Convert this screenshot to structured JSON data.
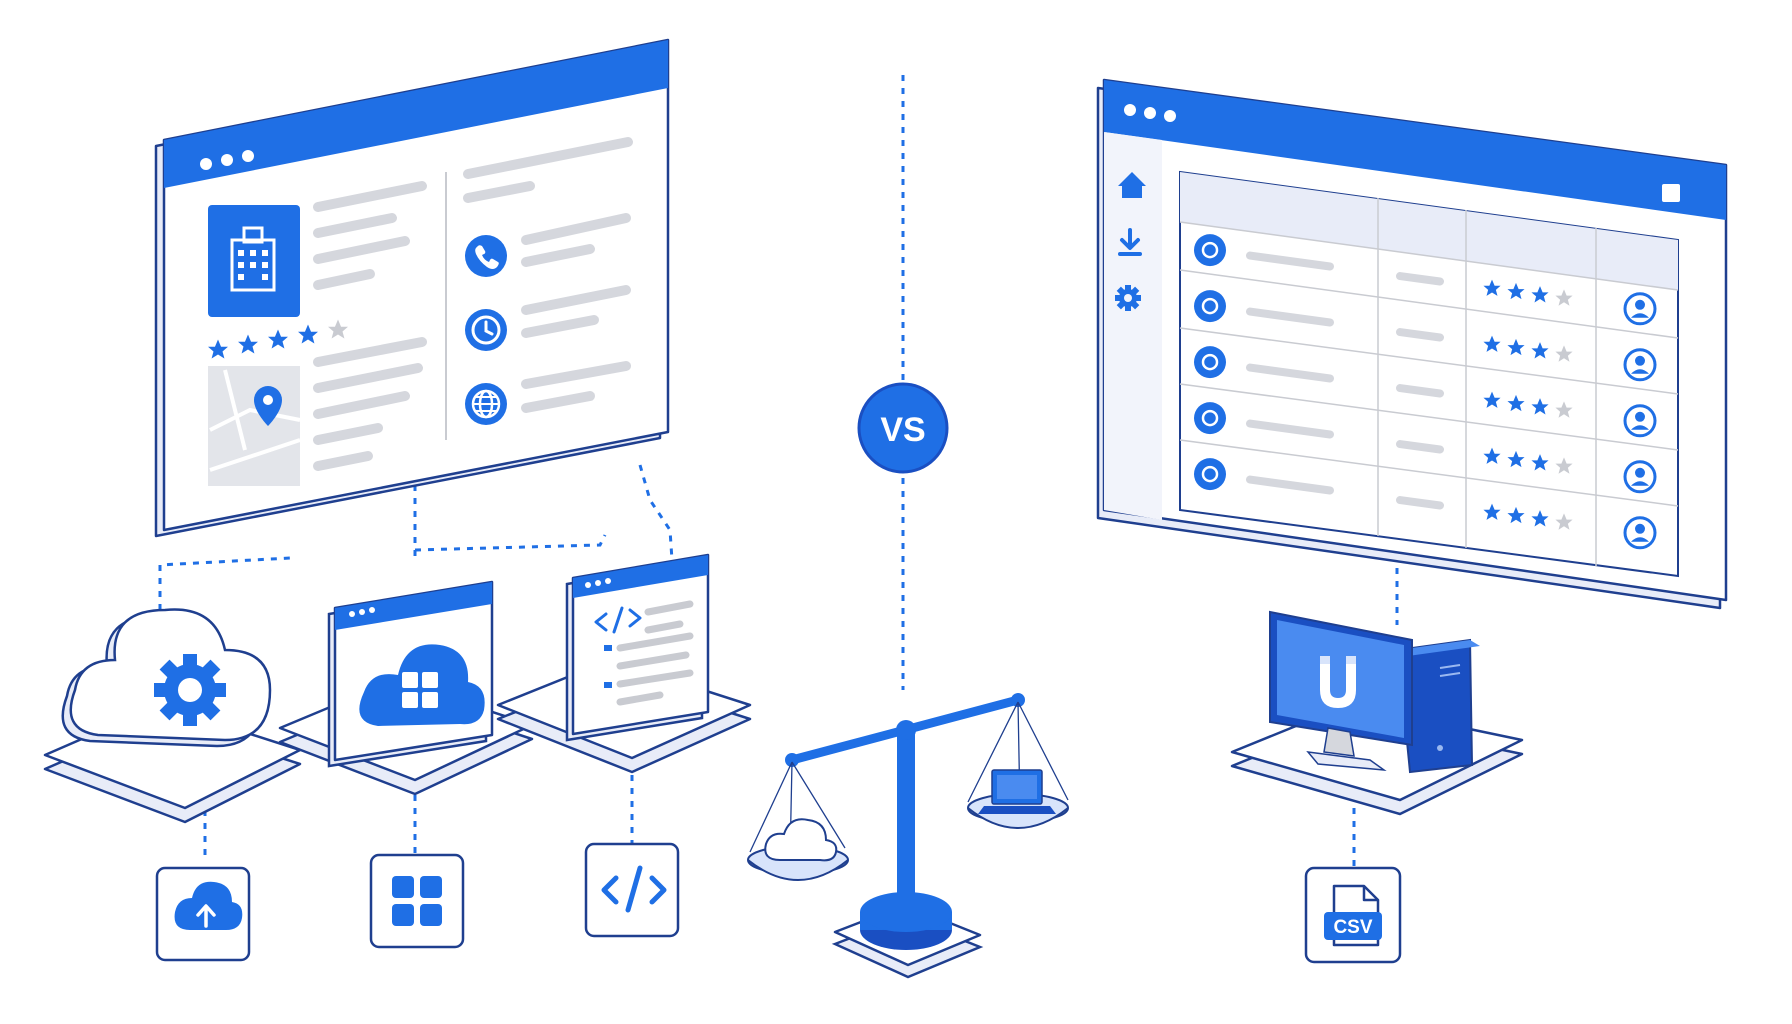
{
  "divider": {
    "label": "VS"
  },
  "file_badge": {
    "label": "CSV"
  },
  "colors": {
    "accent": "#1f6fe5",
    "accent_dark": "#1a4fc2",
    "outline": "#1f3f8f",
    "placeholder": "#d5d7dd",
    "panel_side": "#e8ecf8",
    "star_empty": "#c9cbd1"
  },
  "left_window": {
    "icons": [
      "building-icon",
      "phone-icon",
      "clock-icon",
      "globe-icon",
      "map-pin-icon"
    ],
    "rating": 4
  },
  "right_window": {
    "sidebar_icons": [
      "home-icon",
      "download-icon",
      "gear-icon"
    ],
    "row_icons": [
      "building-icon",
      "phone-icon",
      "clock-icon",
      "star-icon",
      "chat-icon"
    ],
    "row_ratings": [
      3,
      3,
      3,
      3,
      3
    ]
  },
  "left_methods": [
    "cloud-gear-icon",
    "cloud-grid-icon",
    "code-icon"
  ],
  "left_method_badges": [
    "cloud-upload-icon",
    "grid-icon",
    "code-icon"
  ],
  "right_tool": "magnet-desktop-icon",
  "scale": [
    "cloud-icon",
    "laptop-icon"
  ]
}
